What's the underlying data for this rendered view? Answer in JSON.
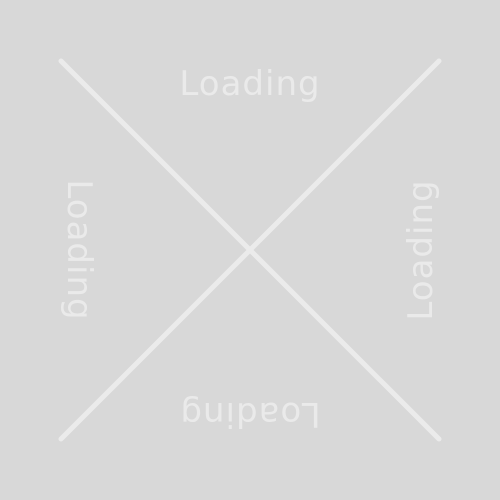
{
  "placeholder": {
    "labels": {
      "top": "Loading",
      "bottom": "Loading",
      "left": "Loading",
      "right": "Loading"
    },
    "colors": {
      "background": "#d8d8d8",
      "foreground": "#ebebeb"
    }
  }
}
